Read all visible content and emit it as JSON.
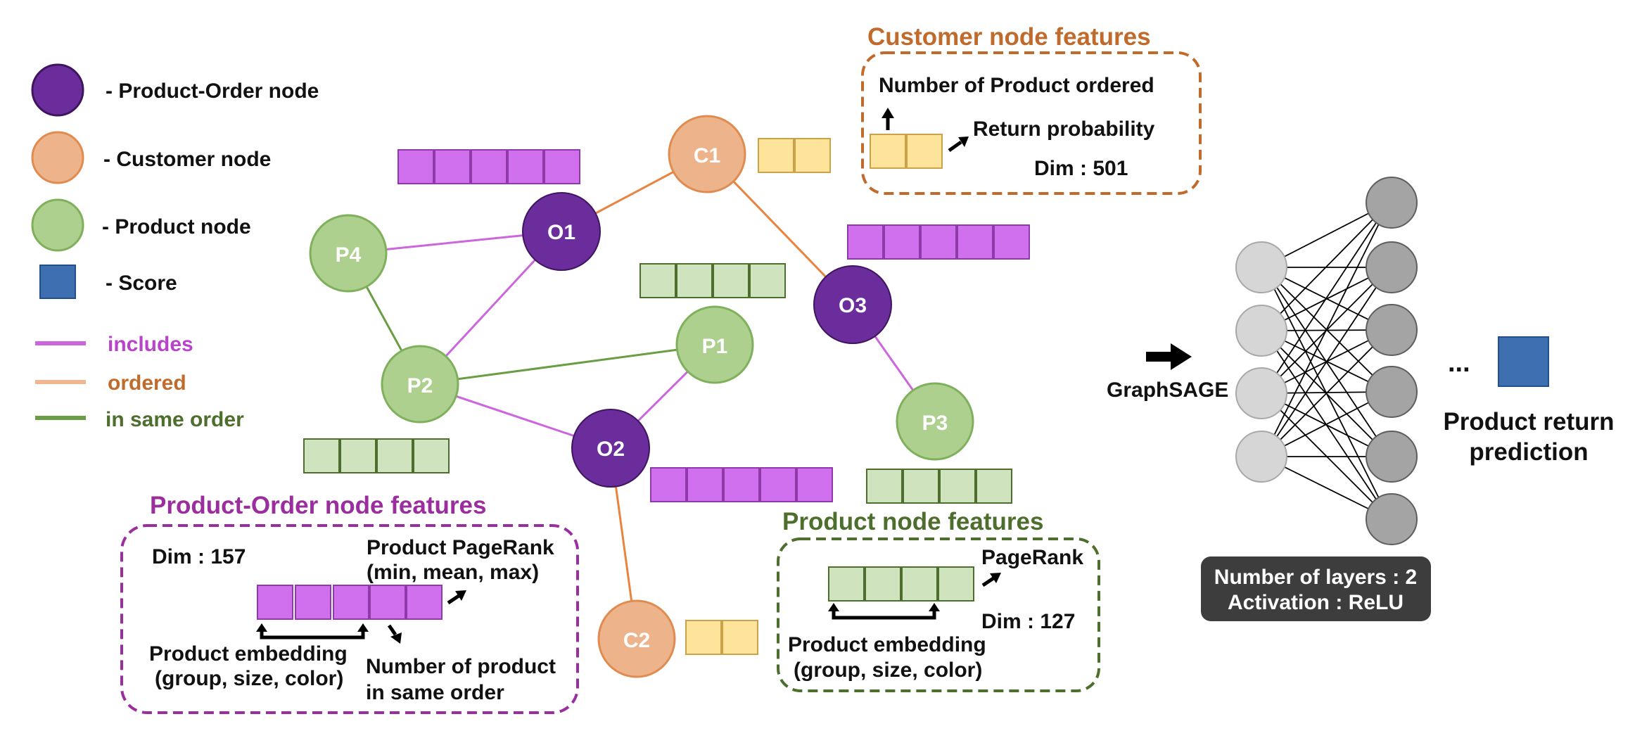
{
  "colors": {
    "product_order": "#6b2c9c",
    "customer": "#edb48c",
    "product": "#aed08e",
    "score": "#3e6fb0",
    "includes": "#cc66dd",
    "ordered": "#e8843f",
    "in_same_order": "#6a9e45",
    "po_feature": "#d070ee",
    "cust_feature": "#fde49a",
    "prod_feature": "#cfe3bf",
    "cust_title": "#c06a2b",
    "po_title": "#9a2e9e",
    "prod_title": "#4d6e2c",
    "input_neuron": "#d6d6d6",
    "hidden_neuron": "#a4a4a4",
    "info_box": "#3d3d3d"
  },
  "legend": {
    "product_order_node": "- Product-Order node",
    "customer_node": "- Customer node",
    "product_node": "- Product node",
    "score": "- Score",
    "includes": "includes",
    "ordered": "ordered",
    "in_same_order": "in same order"
  },
  "nodes": {
    "O1": "O1",
    "O2": "O2",
    "O3": "O3",
    "C1": "C1",
    "C2": "C2",
    "P1": "P1",
    "P2": "P2",
    "P3": "P3",
    "P4": "P4"
  },
  "customer_features": {
    "title": "Customer node features",
    "number_ordered": "Number of Product ordered",
    "return_prob": "Return probability",
    "dim": "Dim : 501"
  },
  "po_features": {
    "title": "Product-Order node features",
    "dim": "Dim : 157",
    "pagerank_line1": "Product PageRank",
    "pagerank_line2": "(min, mean, max)",
    "embedding_line1": "Product embedding",
    "embedding_line2": "(group, size, color)",
    "count_line1": "Number of product",
    "count_line2": "in same order"
  },
  "product_features": {
    "title": "Product node features",
    "pagerank": "PageRank",
    "dim": "Dim : 127",
    "embedding_line1": "Product embedding",
    "embedding_line2": "(group, size, color)"
  },
  "model": {
    "name": "GraphSAGE",
    "ellipsis": "...",
    "output_line1": "Product return",
    "output_line2": "prediction",
    "layers": "Number of layers : 2",
    "activation": "Activation : ReLU"
  }
}
